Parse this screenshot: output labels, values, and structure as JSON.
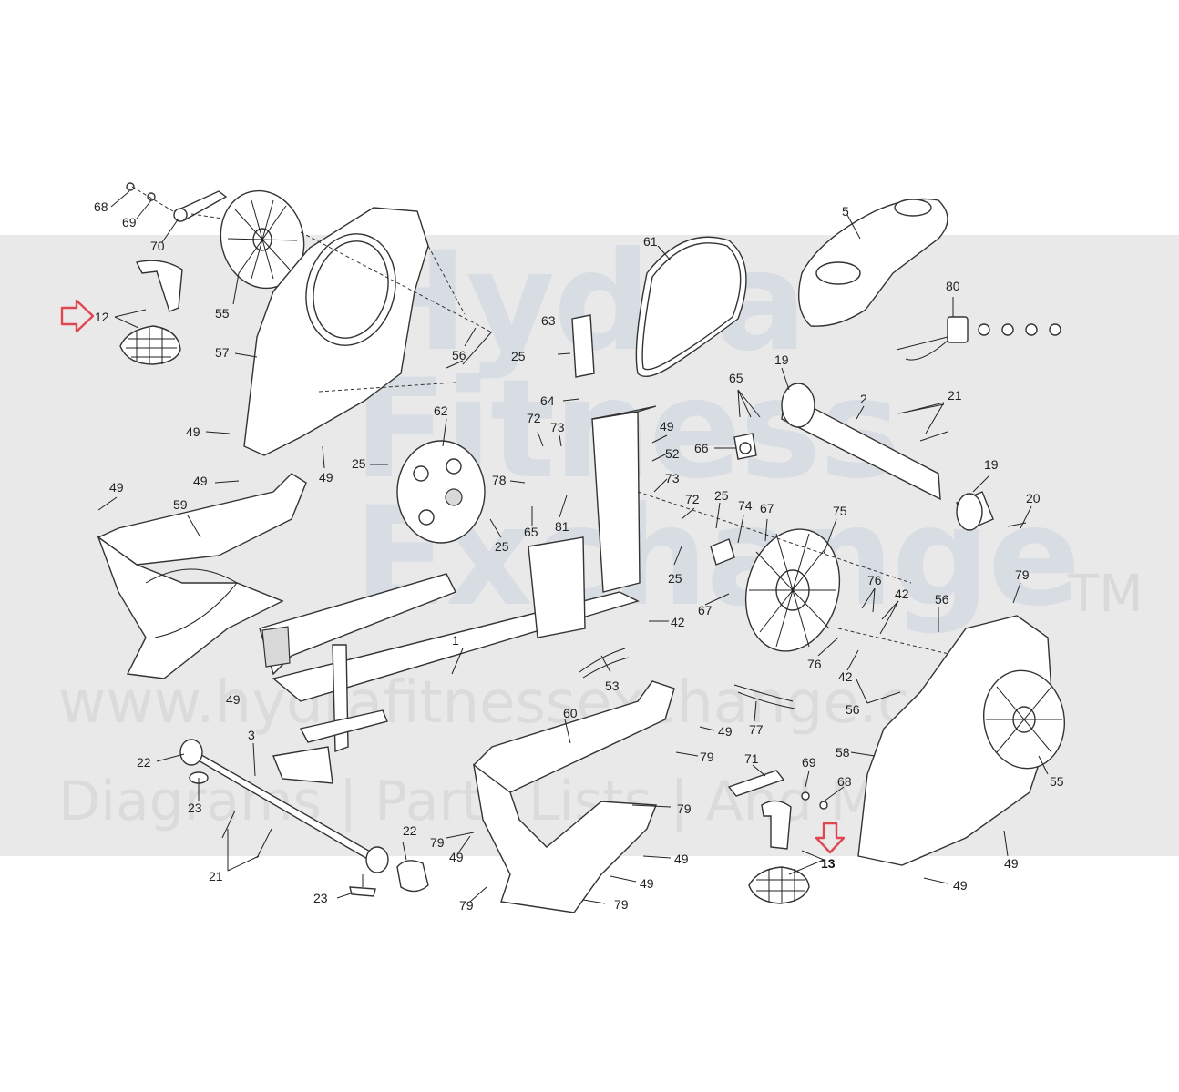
{
  "watermark": {
    "brand": "Hydra Fitness Exchange",
    "trademark": "TM",
    "url": "www.hydrafitnessexchange.com",
    "tagline": "Diagrams | Parts Lists | And More"
  },
  "highlight_color": "#e0464f",
  "callouts": [
    {
      "id": "c68a",
      "text": "68"
    },
    {
      "id": "c69a",
      "text": "69"
    },
    {
      "id": "c70",
      "text": "70"
    },
    {
      "id": "c12",
      "text": "12"
    },
    {
      "id": "c55a",
      "text": "55"
    },
    {
      "id": "c57",
      "text": "57"
    },
    {
      "id": "c56a",
      "text": "56"
    },
    {
      "id": "c49a",
      "text": "49"
    },
    {
      "id": "c49b",
      "text": "49"
    },
    {
      "id": "c49c",
      "text": "49"
    },
    {
      "id": "c49d",
      "text": "49"
    },
    {
      "id": "c59",
      "text": "59"
    },
    {
      "id": "c25a",
      "text": "25"
    },
    {
      "id": "c62",
      "text": "62"
    },
    {
      "id": "c25b",
      "text": "25"
    },
    {
      "id": "c63",
      "text": "63"
    },
    {
      "id": "c25c",
      "text": "25"
    },
    {
      "id": "c64",
      "text": "64"
    },
    {
      "id": "c61",
      "text": "61"
    },
    {
      "id": "c72a",
      "text": "72"
    },
    {
      "id": "c73a",
      "text": "73"
    },
    {
      "id": "c49e",
      "text": "49"
    },
    {
      "id": "c52",
      "text": "52"
    },
    {
      "id": "c73b",
      "text": "73"
    },
    {
      "id": "c78",
      "text": "78"
    },
    {
      "id": "c65a",
      "text": "65"
    },
    {
      "id": "c81",
      "text": "81"
    },
    {
      "id": "c65b",
      "text": "65"
    },
    {
      "id": "c66",
      "text": "66"
    },
    {
      "id": "c5",
      "text": "5"
    },
    {
      "id": "c80",
      "text": "80"
    },
    {
      "id": "c19a",
      "text": "19"
    },
    {
      "id": "c2",
      "text": "2"
    },
    {
      "id": "c21a",
      "text": "21"
    },
    {
      "id": "c19b",
      "text": "19"
    },
    {
      "id": "c20",
      "text": "20"
    },
    {
      "id": "c72b",
      "text": "72"
    },
    {
      "id": "c25d",
      "text": "25"
    },
    {
      "id": "c74",
      "text": "74"
    },
    {
      "id": "c67a",
      "text": "67"
    },
    {
      "id": "c75",
      "text": "75"
    },
    {
      "id": "c25e",
      "text": "25"
    },
    {
      "id": "c67b",
      "text": "67"
    },
    {
      "id": "c76a",
      "text": "76"
    },
    {
      "id": "c42a",
      "text": "42"
    },
    {
      "id": "c56b",
      "text": "56"
    },
    {
      "id": "c79a",
      "text": "79"
    },
    {
      "id": "c76b",
      "text": "76"
    },
    {
      "id": "c42b",
      "text": "42"
    },
    {
      "id": "c42c",
      "text": "42"
    },
    {
      "id": "c56c",
      "text": "56"
    },
    {
      "id": "c1",
      "text": "1"
    },
    {
      "id": "c53",
      "text": "53"
    },
    {
      "id": "c77",
      "text": "77"
    },
    {
      "id": "c49f",
      "text": "49"
    },
    {
      "id": "c60",
      "text": "60"
    },
    {
      "id": "c49g",
      "text": "49"
    },
    {
      "id": "c79b",
      "text": "79"
    },
    {
      "id": "c71",
      "text": "71"
    },
    {
      "id": "c69b",
      "text": "69"
    },
    {
      "id": "c68b",
      "text": "68"
    },
    {
      "id": "c58",
      "text": "58"
    },
    {
      "id": "c55b",
      "text": "55"
    },
    {
      "id": "c22a",
      "text": "22"
    },
    {
      "id": "c3",
      "text": "3"
    },
    {
      "id": "c23a",
      "text": "23"
    },
    {
      "id": "c79c",
      "text": "79"
    },
    {
      "id": "c79d",
      "text": "79"
    },
    {
      "id": "c49h",
      "text": "49"
    },
    {
      "id": "c22b",
      "text": "22"
    },
    {
      "id": "c21b",
      "text": "21"
    },
    {
      "id": "c23b",
      "text": "23"
    },
    {
      "id": "c49i",
      "text": "49"
    },
    {
      "id": "c49j",
      "text": "49"
    },
    {
      "id": "c79e",
      "text": "79"
    },
    {
      "id": "c79f",
      "text": "79"
    },
    {
      "id": "c13",
      "text": "13"
    },
    {
      "id": "c49k",
      "text": "49"
    },
    {
      "id": "c49l",
      "text": "49"
    }
  ]
}
